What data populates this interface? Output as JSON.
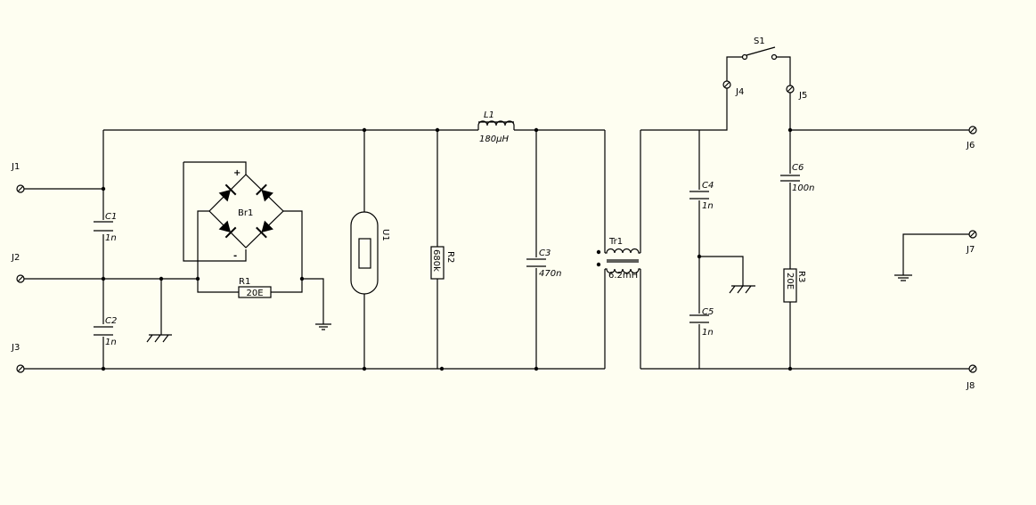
{
  "colors": {
    "background": "#fefef1",
    "ink": "#000000"
  },
  "connectors": {
    "J1": "J1",
    "J2": "J2",
    "J3": "J3",
    "J4": "J4",
    "J5": "J5",
    "J6": "J6",
    "J7": "J7",
    "J8": "J8"
  },
  "capacitors": {
    "C1": {
      "ref": "C1",
      "value": "1n"
    },
    "C2": {
      "ref": "C2",
      "value": "1n"
    },
    "C3": {
      "ref": "C3",
      "value": "470n"
    },
    "C4": {
      "ref": "C4",
      "value": "1n"
    },
    "C5": {
      "ref": "C5",
      "value": "1n"
    },
    "C6": {
      "ref": "C6",
      "value": "100n"
    }
  },
  "resistors": {
    "R1": {
      "ref": "R1",
      "value": "20E"
    },
    "R2": {
      "ref": "R2",
      "value": "680k"
    },
    "R3": {
      "ref": "R3",
      "value": "20E"
    }
  },
  "bridge": {
    "ref": "Br1",
    "plus": "+",
    "minus": "-"
  },
  "inductor": {
    "ref": "L1",
    "value": "180µH"
  },
  "transformer": {
    "ref": "Tr1",
    "value": "6.2mH"
  },
  "device_u1": {
    "ref": "U1"
  },
  "switch": {
    "ref": "S1"
  }
}
